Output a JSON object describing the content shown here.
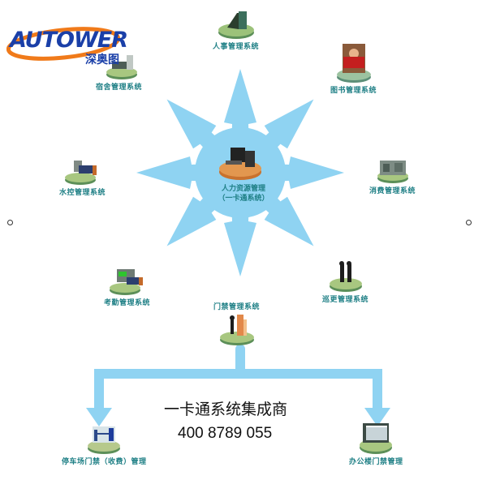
{
  "logo": {
    "brand": "AUTOWER",
    "chinese": "深奥图"
  },
  "center": {
    "line1": "人力资源管理",
    "line2": "（一卡通系统）"
  },
  "satellites": [
    {
      "id": "personnel",
      "label": "人事管理系统",
      "icon": "office-terminal-icon"
    },
    {
      "id": "library",
      "label": "图书管理系统",
      "icon": "reading-person-icon"
    },
    {
      "id": "consumption",
      "label": "消费管理系统",
      "icon": "cafeteria-icon"
    },
    {
      "id": "patrol",
      "label": "巡更管理系统",
      "icon": "security-guards-icon"
    },
    {
      "id": "access",
      "label": "门禁管理系统",
      "icon": "door-access-icon"
    },
    {
      "id": "attendance",
      "label": "考勤管理系统",
      "icon": "time-clock-icon"
    },
    {
      "id": "water",
      "label": "水控管理系统",
      "icon": "water-control-icon"
    },
    {
      "id": "dormitory",
      "label": "宿舍管理系统",
      "icon": "dormitory-icon"
    }
  ],
  "branches": [
    {
      "id": "parking",
      "label": "停车场门禁（收费）管理",
      "icon": "parking-gate-icon"
    },
    {
      "id": "office",
      "label": "办公楼门禁管理",
      "icon": "office-gate-icon"
    }
  ],
  "promo": {
    "title": "一卡通系统集成商",
    "phone": "400 8789 055"
  },
  "colors": {
    "arrow": "#8fd3f2",
    "label": "#1e7f85",
    "logo_blue": "#1a3fa8",
    "logo_orange": "#f07a1a"
  }
}
